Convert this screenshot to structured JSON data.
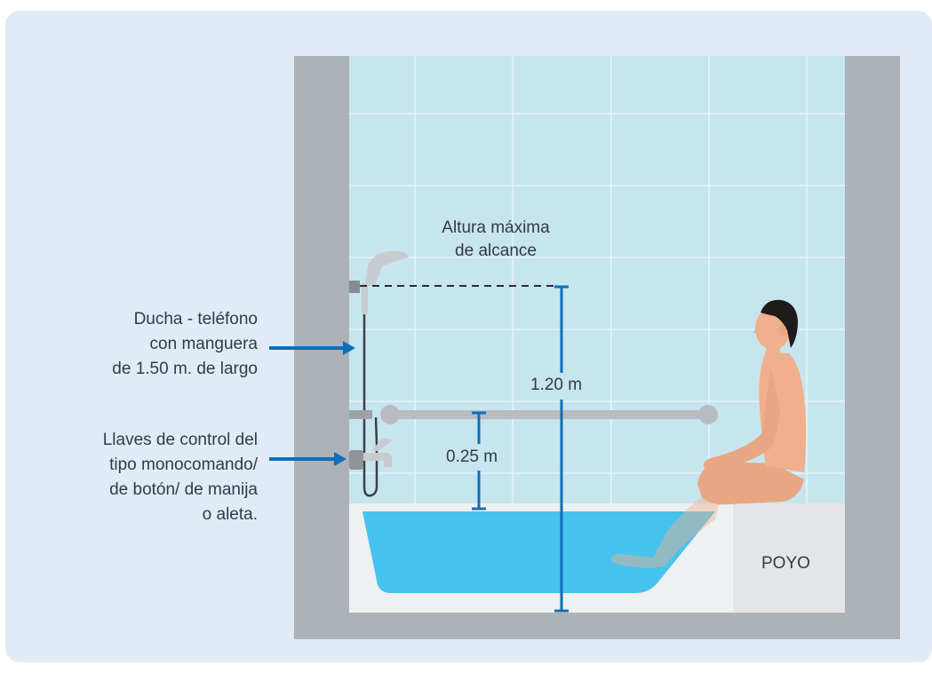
{
  "labels": {
    "max_reach": [
      "Altura máxima",
      "de alcance"
    ],
    "shower": [
      "Ducha - teléfono",
      "con manguera",
      "de 1.50 m. de largo"
    ],
    "faucet": [
      "Llaves de control del",
      "tipo monocomando/",
      "de botón/ de manija",
      "o aleta."
    ],
    "height_total": "1.20 m",
    "height_bar": "0.25 m",
    "bench": "POYO"
  },
  "colors": {
    "background": "#e1ebf6",
    "wall_gray": "#adb2b9",
    "tile": "#c6e5ef",
    "tile_grid": "#e6f4f8",
    "water": "#46c3ef",
    "tub": "#eef0f1",
    "bench": "#e4e5e7",
    "dimension": "#0f6fb8",
    "skin": "#f0b08d",
    "hair": "#1e1b1a",
    "fixture": "#c8cbcf"
  }
}
